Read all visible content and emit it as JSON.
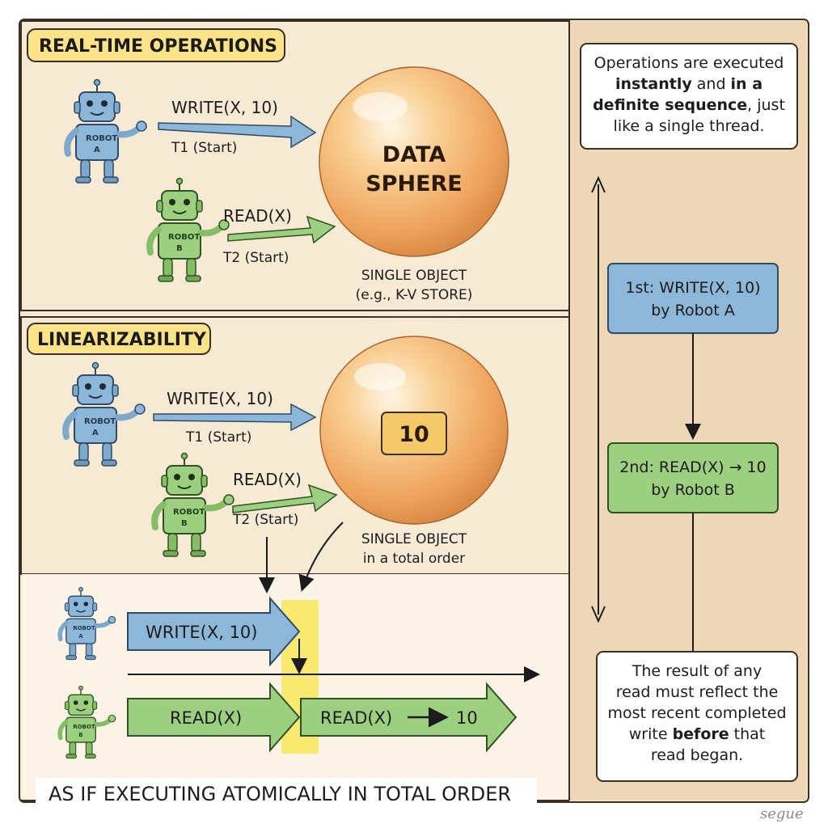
{
  "top_panel": {
    "title": "REAL-TIME OPERATIONS",
    "robot_a": {
      "label1": "ROBOT",
      "label2": "A"
    },
    "robot_b": {
      "label1": "ROBOT",
      "label2": "B"
    },
    "write_label": "WRITE(X, 10)",
    "t1_label": "T1 (Start)",
    "read_label": "READ(X)",
    "t2_label": "T2 (Start)",
    "sphere_line1": "DATA",
    "sphere_line2": "SPHERE",
    "object_line1": "SINGLE OBJECT",
    "object_line2": "(e.g., K-V STORE)"
  },
  "bottom_panel": {
    "title": "LINEARIZABILITY",
    "robot_a": {
      "label1": "ROBOT",
      "label2": "A"
    },
    "robot_b": {
      "label1": "ROBOT",
      "label2": "B"
    },
    "write_label": "WRITE(X, 10)",
    "t1_label": "T1 (Start)",
    "read_label": "READ(X)",
    "t2_label": "T2 (Start)",
    "sphere_value": "10",
    "object_line1": "SINGLE OBJECT",
    "object_line2": "in a total order",
    "timeline": {
      "write_bar": "WRITE(X, 10)",
      "read_bar": "READ(X)",
      "read_result_label": "READ(X)",
      "read_result_value": "10"
    },
    "caption": "AS IF EXECUTING ATOMICALLY IN TOTAL ORDER"
  },
  "side_panel": {
    "note_top": {
      "line1": "Operations are executed",
      "line2_bold1": "instantly",
      "line2_mid": " and ",
      "line2_bold2": "in a",
      "line3_bold": "definite sequence",
      "line3_rest": ", just",
      "line4": "like a single thread."
    },
    "step1": {
      "line1": "1st: WRITE(X, 10)",
      "line2": "by Robot A"
    },
    "step2": {
      "line1": "2nd: READ(X) → 10",
      "line2": "by Robot B"
    },
    "note_bottom": {
      "line1": "The result of any",
      "line2": "read must reflect the",
      "line3": "most recent completed",
      "line4_a": "write ",
      "line4_bold": "before",
      "line4_b": " that",
      "line5": "read began."
    }
  },
  "signature": "segue",
  "colors": {
    "panel_bg": "#f6ead4",
    "side_bg": "#eed7b6",
    "title_tag": "#fbe38a",
    "blue": "#8db7d8",
    "green": "#9ccf7f",
    "sphere": "#f2a95c",
    "highlight": "#f7e75c"
  }
}
